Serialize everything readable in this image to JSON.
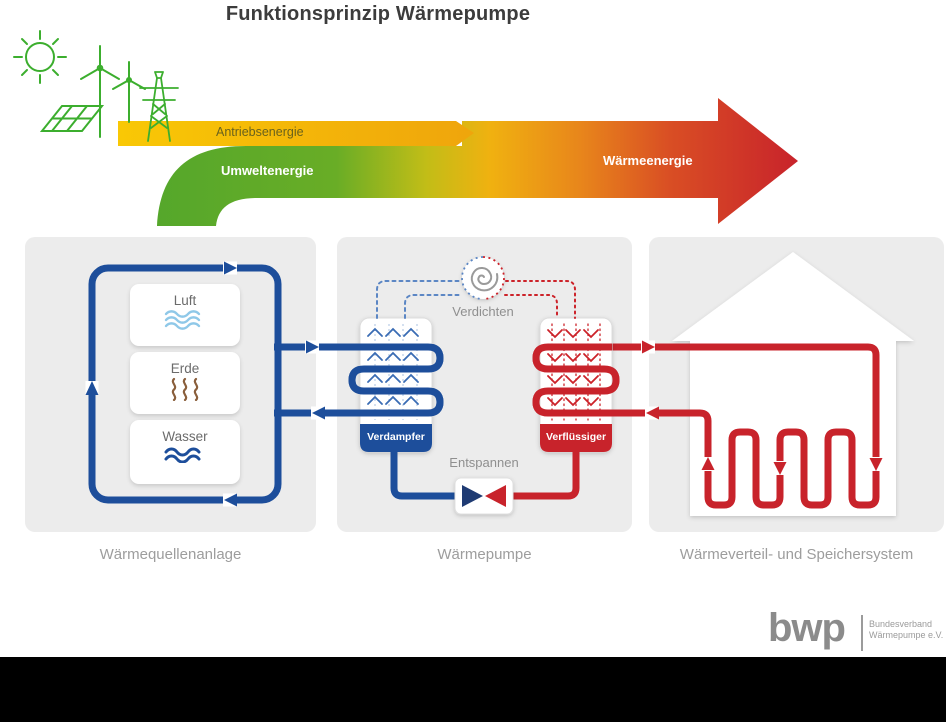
{
  "title": "Funktionsprinzip Wärmepumpe",
  "arrow": {
    "drive_energy": "Antriebsenergie",
    "environment_energy": "Umweltenergie",
    "heat_energy": "Wärmeenergie"
  },
  "panels": {
    "source": {
      "label": "Wärmequellenanlage",
      "items": [
        {
          "label": "Luft"
        },
        {
          "label": "Erde"
        },
        {
          "label": "Wasser"
        }
      ]
    },
    "pump": {
      "label": "Wärmepumpe",
      "compress": "Verdichten",
      "evaporator": "Verdampfer",
      "condenser": "Verflüssiger",
      "expand": "Entspannen"
    },
    "distribution": {
      "label": "Wärmeverteil- und Speichersystem"
    }
  },
  "logo": {
    "name": "bwp",
    "org_line1": "Bundesverband",
    "org_line2": "Wärmepumpe e.V."
  },
  "colors": {
    "green": "#55a72b",
    "yellow": "#f9c805",
    "red": "#c8232b",
    "blue": "#1d4e9b",
    "panel_gray": "#ececec"
  }
}
